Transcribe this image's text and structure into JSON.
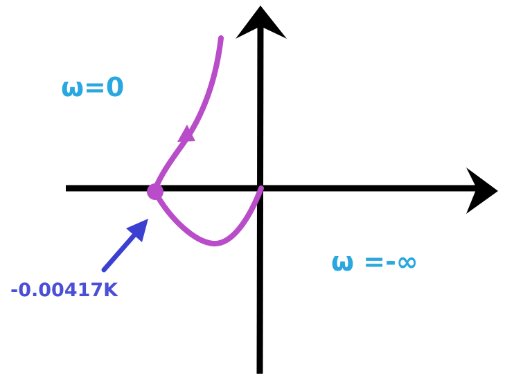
{
  "labels": {
    "omega_zero": "ω=0",
    "omega_neg_inf": "ω =-∞",
    "crossing_value": "-0.00417K"
  },
  "colors": {
    "axes": "#000000",
    "curve": "#b94cc8",
    "omega_text": "#2aa7e0",
    "point_text": "#4a4fd6",
    "pointer_arrow": "#3b40d0"
  }
}
